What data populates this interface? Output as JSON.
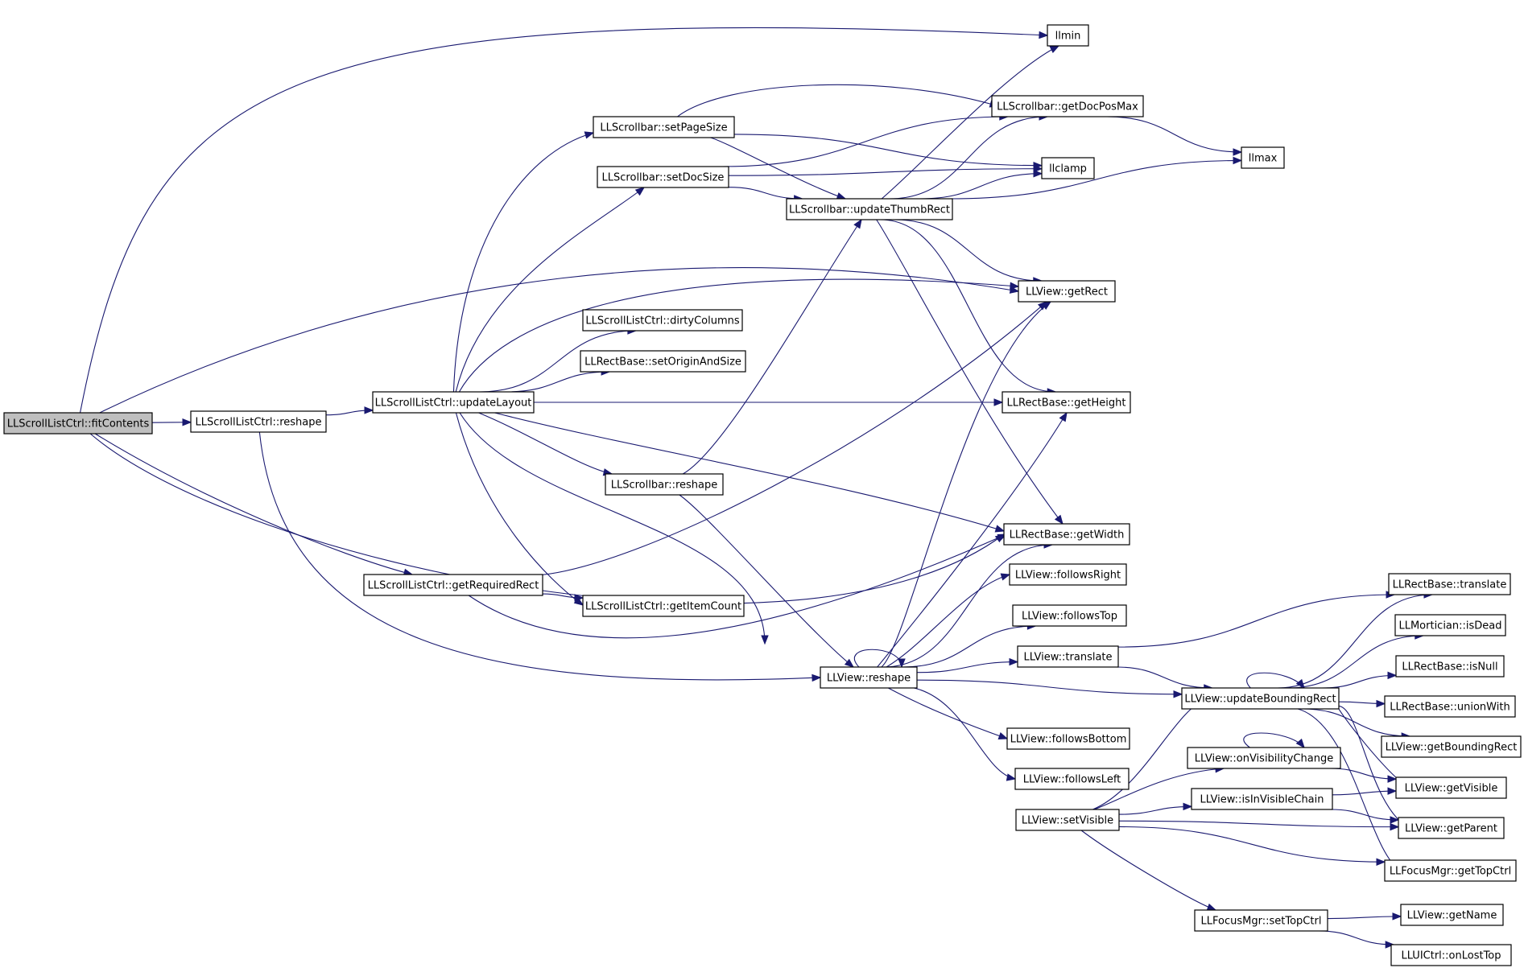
{
  "colors": {
    "edge": "#191970",
    "root_fill": "#bfbfbf",
    "node_fill": "#ffffff",
    "node_border": "#000000"
  },
  "nodes": [
    {
      "id": "fitContents",
      "label": "LLScrollListCtrl::fitContents",
      "root": true
    },
    {
      "id": "reshapeSLC",
      "label": "LLScrollListCtrl::reshape"
    },
    {
      "id": "updateLayout",
      "label": "LLScrollListCtrl::updateLayout"
    },
    {
      "id": "getRequiredRect",
      "label": "LLScrollListCtrl::getRequiredRect"
    },
    {
      "id": "setPageSize",
      "label": "LLScrollbar::setPageSize"
    },
    {
      "id": "setDocSize",
      "label": "LLScrollbar::setDocSize"
    },
    {
      "id": "dirtyColumns",
      "label": "LLScrollListCtrl::dirtyColumns"
    },
    {
      "id": "setOriginAndSize",
      "label": "LLRectBase::setOriginAndSize"
    },
    {
      "id": "sbReshape",
      "label": "LLScrollbar::reshape"
    },
    {
      "id": "getItemCount",
      "label": "LLScrollListCtrl::getItemCount"
    },
    {
      "id": "updateThumbRect",
      "label": "LLScrollbar::updateThumbRect"
    },
    {
      "id": "viewReshape",
      "label": "LLView::reshape"
    },
    {
      "id": "llmin",
      "label": "llmin"
    },
    {
      "id": "getDocPosMax",
      "label": "LLScrollbar::getDocPosMax"
    },
    {
      "id": "llclamp",
      "label": "llclamp"
    },
    {
      "id": "llmax",
      "label": "llmax"
    },
    {
      "id": "getRect",
      "label": "LLView::getRect"
    },
    {
      "id": "getHeight",
      "label": "LLRectBase::getHeight"
    },
    {
      "id": "getWidth",
      "label": "LLRectBase::getWidth"
    },
    {
      "id": "followsRight",
      "label": "LLView::followsRight"
    },
    {
      "id": "followsTop",
      "label": "LLView::followsTop"
    },
    {
      "id": "viewTranslate",
      "label": "LLView::translate"
    },
    {
      "id": "followsBottom",
      "label": "LLView::followsBottom"
    },
    {
      "id": "followsLeft",
      "label": "LLView::followsLeft"
    },
    {
      "id": "setVisible",
      "label": "LLView::setVisible"
    },
    {
      "id": "updateBoundingRect",
      "label": "LLView::updateBoundingRect"
    },
    {
      "id": "onVisibilityChange",
      "label": "LLView::onVisibilityChange"
    },
    {
      "id": "isInVisibleChain",
      "label": "LLView::isInVisibleChain"
    },
    {
      "id": "setTopCtrl",
      "label": "LLFocusMgr::setTopCtrl"
    },
    {
      "id": "rbTranslate",
      "label": "LLRectBase::translate"
    },
    {
      "id": "isDead",
      "label": "LLMortician::isDead"
    },
    {
      "id": "isNull",
      "label": "LLRectBase::isNull"
    },
    {
      "id": "unionWith",
      "label": "LLRectBase::unionWith"
    },
    {
      "id": "getBoundingRect",
      "label": "LLView::getBoundingRect"
    },
    {
      "id": "getVisible",
      "label": "LLView::getVisible"
    },
    {
      "id": "getParent",
      "label": "LLView::getParent"
    },
    {
      "id": "getTopCtrl",
      "label": "LLFocusMgr::getTopCtrl"
    },
    {
      "id": "getName",
      "label": "LLView::getName"
    },
    {
      "id": "onLostTop",
      "label": "LLUICtrl::onLostTop"
    }
  ],
  "edges": [
    [
      "fitContents",
      "reshapeSLC"
    ],
    [
      "fitContents",
      "llmin"
    ],
    [
      "fitContents",
      "getRect"
    ],
    [
      "fitContents",
      "getRequiredRect"
    ],
    [
      "fitContents",
      "getWidth"
    ],
    [
      "reshapeSLC",
      "updateLayout"
    ],
    [
      "reshapeSLC",
      "viewReshape"
    ],
    [
      "updateLayout",
      "setPageSize"
    ],
    [
      "updateLayout",
      "setDocSize"
    ],
    [
      "updateLayout",
      "getRect"
    ],
    [
      "updateLayout",
      "dirtyColumns"
    ],
    [
      "updateLayout",
      "setOriginAndSize"
    ],
    [
      "updateLayout",
      "getHeight"
    ],
    [
      "updateLayout",
      "sbReshape"
    ],
    [
      "updateLayout",
      "getWidth"
    ],
    [
      "updateLayout",
      "getItemCount"
    ],
    [
      "updateLayout",
      "setVisible"
    ],
    [
      "getRequiredRect",
      "getItemCount"
    ],
    [
      "getRequiredRect",
      "getRect"
    ],
    [
      "getRequiredRect",
      "getWidth"
    ],
    [
      "setPageSize",
      "getDocPosMax"
    ],
    [
      "setPageSize",
      "llclamp"
    ],
    [
      "setPageSize",
      "updateThumbRect"
    ],
    [
      "setDocSize",
      "getDocPosMax"
    ],
    [
      "setDocSize",
      "llclamp"
    ],
    [
      "setDocSize",
      "updateThumbRect"
    ],
    [
      "sbReshape",
      "updateThumbRect"
    ],
    [
      "sbReshape",
      "viewReshape"
    ],
    [
      "updateThumbRect",
      "llmin"
    ],
    [
      "updateThumbRect",
      "getDocPosMax"
    ],
    [
      "updateThumbRect",
      "llclamp"
    ],
    [
      "updateThumbRect",
      "llmax"
    ],
    [
      "updateThumbRect",
      "getRect"
    ],
    [
      "updateThumbRect",
      "getHeight"
    ],
    [
      "updateThumbRect",
      "getWidth"
    ],
    [
      "getDocPosMax",
      "llmax"
    ],
    [
      "viewReshape",
      "viewReshape"
    ],
    [
      "viewReshape",
      "getRect"
    ],
    [
      "viewReshape",
      "getHeight"
    ],
    [
      "viewReshape",
      "getWidth"
    ],
    [
      "viewReshape",
      "followsRight"
    ],
    [
      "viewReshape",
      "followsTop"
    ],
    [
      "viewReshape",
      "viewTranslate"
    ],
    [
      "viewReshape",
      "followsBottom"
    ],
    [
      "viewReshape",
      "followsLeft"
    ],
    [
      "viewReshape",
      "updateBoundingRect"
    ],
    [
      "viewTranslate",
      "rbTranslate"
    ],
    [
      "viewTranslate",
      "updateBoundingRect"
    ],
    [
      "setVisible",
      "updateBoundingRect"
    ],
    [
      "setVisible",
      "onVisibilityChange"
    ],
    [
      "setVisible",
      "isInVisibleChain"
    ],
    [
      "setVisible",
      "getParent"
    ],
    [
      "setVisible",
      "getTopCtrl"
    ],
    [
      "setVisible",
      "setTopCtrl"
    ],
    [
      "updateBoundingRect",
      "updateBoundingRect"
    ],
    [
      "updateBoundingRect",
      "rbTranslate"
    ],
    [
      "updateBoundingRect",
      "isDead"
    ],
    [
      "updateBoundingRect",
      "isNull"
    ],
    [
      "updateBoundingRect",
      "unionWith"
    ],
    [
      "updateBoundingRect",
      "getBoundingRect"
    ],
    [
      "updateBoundingRect",
      "getVisible"
    ],
    [
      "updateBoundingRect",
      "getParent"
    ],
    [
      "updateBoundingRect",
      "getTopCtrl"
    ],
    [
      "onVisibilityChange",
      "onVisibilityChange"
    ],
    [
      "onVisibilityChange",
      "getVisible"
    ],
    [
      "isInVisibleChain",
      "getVisible"
    ],
    [
      "isInVisibleChain",
      "getParent"
    ],
    [
      "setTopCtrl",
      "getName"
    ],
    [
      "setTopCtrl",
      "onLostTop"
    ]
  ]
}
